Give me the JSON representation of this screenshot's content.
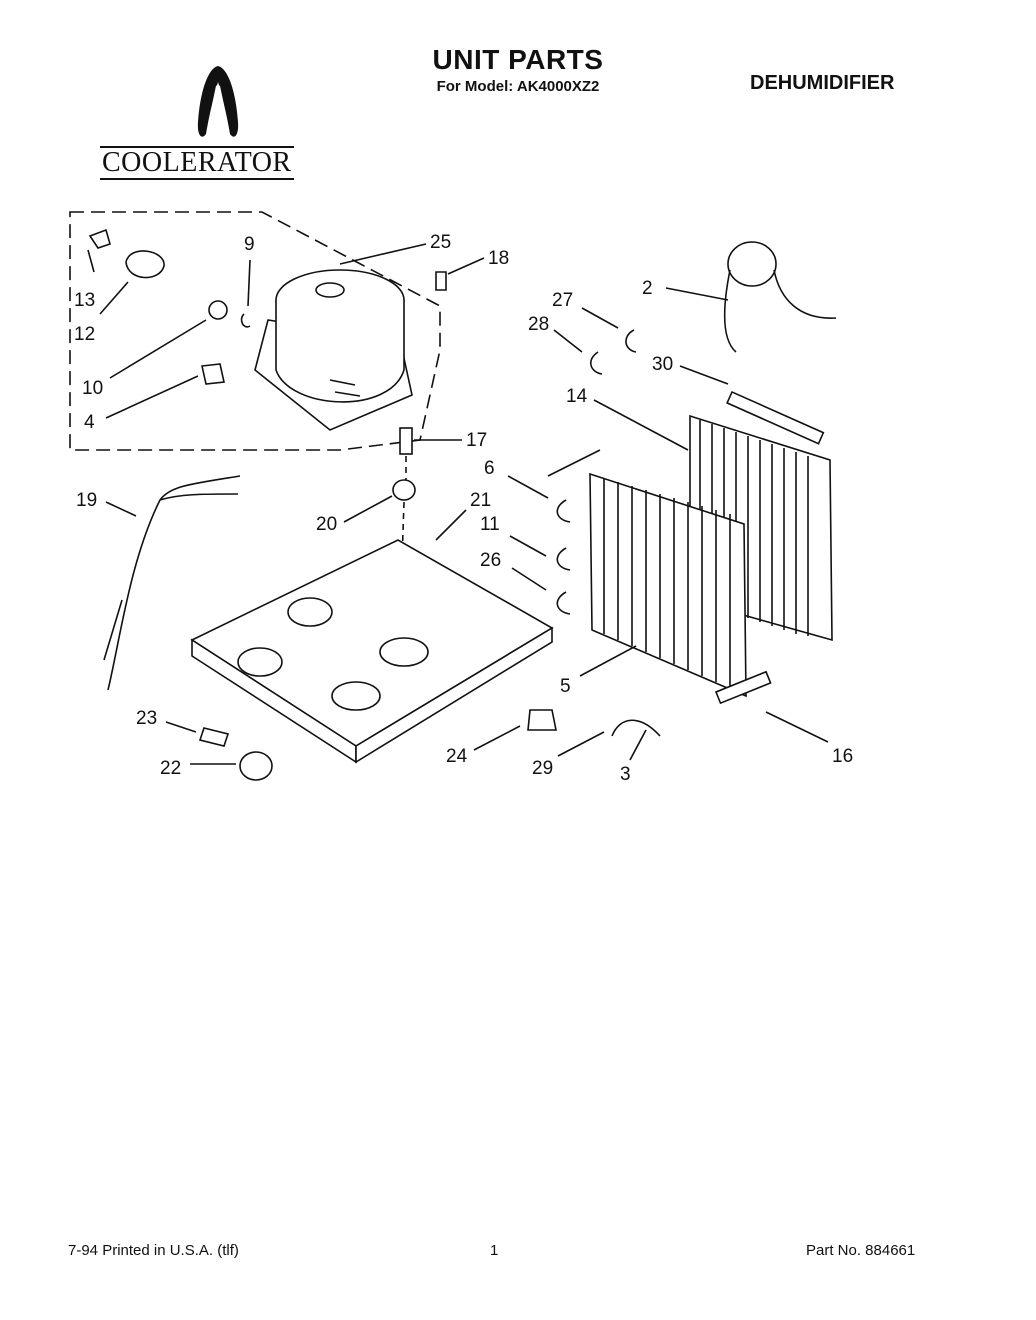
{
  "header": {
    "title": "UNIT PARTS",
    "subtitle": "For Model: AK4000XZ2",
    "category": "DEHUMIDIFIER",
    "brand": "COOLERATOR"
  },
  "callouts": [
    {
      "id": "c13",
      "label": "13"
    },
    {
      "id": "c12",
      "label": "12"
    },
    {
      "id": "c9",
      "label": "9"
    },
    {
      "id": "c25",
      "label": "25"
    },
    {
      "id": "c18",
      "label": "18"
    },
    {
      "id": "c10",
      "label": "10"
    },
    {
      "id": "c4",
      "label": "4"
    },
    {
      "id": "c17",
      "label": "17"
    },
    {
      "id": "c19",
      "label": "19"
    },
    {
      "id": "c20",
      "label": "20"
    },
    {
      "id": "c21",
      "label": "21"
    },
    {
      "id": "c2",
      "label": "2"
    },
    {
      "id": "c27",
      "label": "27"
    },
    {
      "id": "c28",
      "label": "28"
    },
    {
      "id": "c30",
      "label": "30"
    },
    {
      "id": "c14",
      "label": "14"
    },
    {
      "id": "c6",
      "label": "6"
    },
    {
      "id": "c11",
      "label": "11"
    },
    {
      "id": "c26",
      "label": "26"
    },
    {
      "id": "c5",
      "label": "5"
    },
    {
      "id": "c23",
      "label": "23"
    },
    {
      "id": "c22",
      "label": "22"
    },
    {
      "id": "c24",
      "label": "24"
    },
    {
      "id": "c29",
      "label": "29"
    },
    {
      "id": "c3",
      "label": "3"
    },
    {
      "id": "c16",
      "label": "16"
    }
  ],
  "footer": {
    "left": "7-94 Printed in U.S.A. (tlf)",
    "center": "1",
    "right": "Part No. 884661"
  }
}
